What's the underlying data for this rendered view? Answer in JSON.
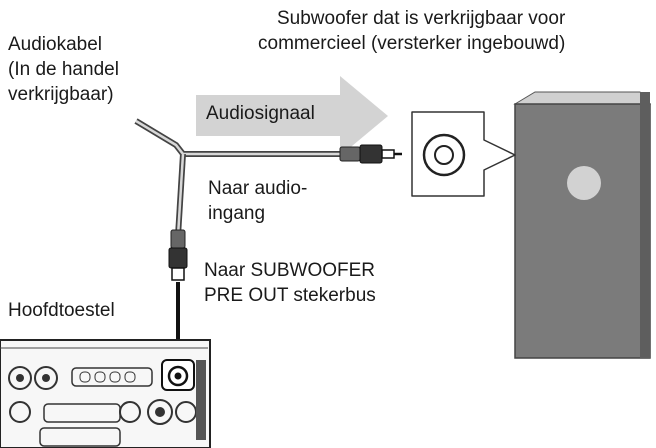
{
  "labels": {
    "subwoofer_line1": "Subwoofer dat is verkrijgbaar voor",
    "subwoofer_line2": "commercieel (versterker ingebouwd)",
    "audio_cable_line1": "Audiokabel",
    "audio_cable_line2": "(In de handel",
    "audio_cable_line3": "verkrijgbaar)",
    "audio_signal": "Audiosignaal",
    "to_audio_input_line1": "Naar audio-",
    "to_audio_input_line2": "ingang",
    "to_preout_line1": "Naar SUBWOOFER",
    "to_preout_line2": "PRE OUT stekerbus",
    "main_unit": "Hoofdtoestel"
  },
  "colors": {
    "subwoofer_body": "#7b7b7b",
    "subwoofer_top": "#cfcfcf",
    "subwoofer_cone": "#d2d2d2",
    "signal_arrow": "#d3d3d3",
    "cable": "#555555"
  },
  "icons": {
    "audio_input_jack": "rca-jack-icon",
    "cable_plug": "rca-plug-icon"
  }
}
